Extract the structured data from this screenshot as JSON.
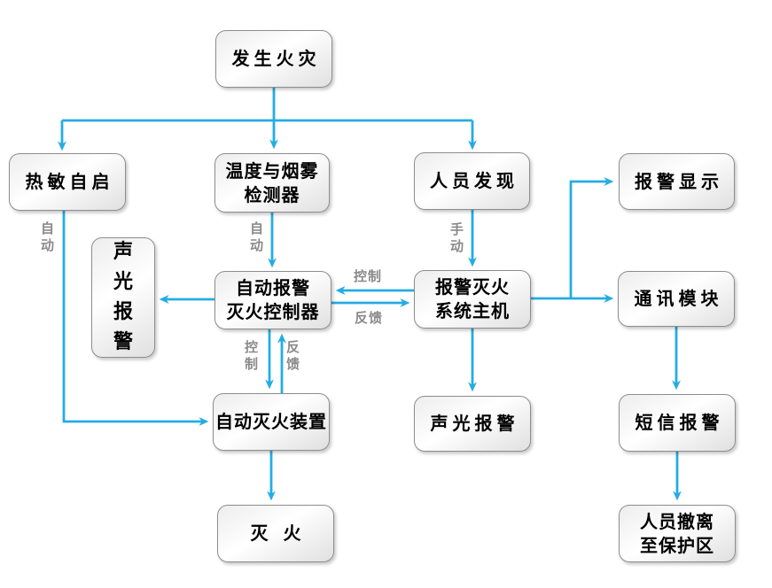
{
  "colors": {
    "accent": "#25ACE3",
    "node_border": "#8D8D8D",
    "node_text": "#000000",
    "edge_label": "#8A8A8A",
    "background": "#FFFFFF"
  },
  "nodes": [
    {
      "id": "fire-occurs",
      "label": "发生火灾"
    },
    {
      "id": "thermal-autostart",
      "label": "热敏自启"
    },
    {
      "id": "temp-smoke-detector",
      "label": "温度与烟雾\n检测器"
    },
    {
      "id": "personnel-discovery",
      "label": "人员发现"
    },
    {
      "id": "alarm-display",
      "label": "报警显示"
    },
    {
      "id": "sound-light-alarm-left",
      "label": "声\n光\n报\n警"
    },
    {
      "id": "auto-alarm-extinguish-controller",
      "label": "自动报警\n灭火控制器"
    },
    {
      "id": "alarm-extinguish-system-host",
      "label": "报警灭火\n系统主机"
    },
    {
      "id": "communication-module",
      "label": "通讯模块"
    },
    {
      "id": "auto-extinguish-device",
      "label": "自动灭火装置"
    },
    {
      "id": "sound-light-alarm-bottom",
      "label": "声光报警"
    },
    {
      "id": "sms-alarm",
      "label": "短信报警"
    },
    {
      "id": "extinguish",
      "label": "灭 火"
    },
    {
      "id": "evacuate-to-protected-area",
      "label": "人员撤离\n至保护区"
    }
  ],
  "edge_labels": [
    {
      "id": "auto-left",
      "text": "自\n动"
    },
    {
      "id": "auto-center",
      "text": "自\n动"
    },
    {
      "id": "manual",
      "text": "手\n动"
    },
    {
      "id": "control-horizontal",
      "text": "控制"
    },
    {
      "id": "feedback-horizontal",
      "text": "反馈"
    },
    {
      "id": "control-vertical",
      "text": "控\n制"
    },
    {
      "id": "feedback-vertical",
      "text": "反\n馈"
    }
  ]
}
